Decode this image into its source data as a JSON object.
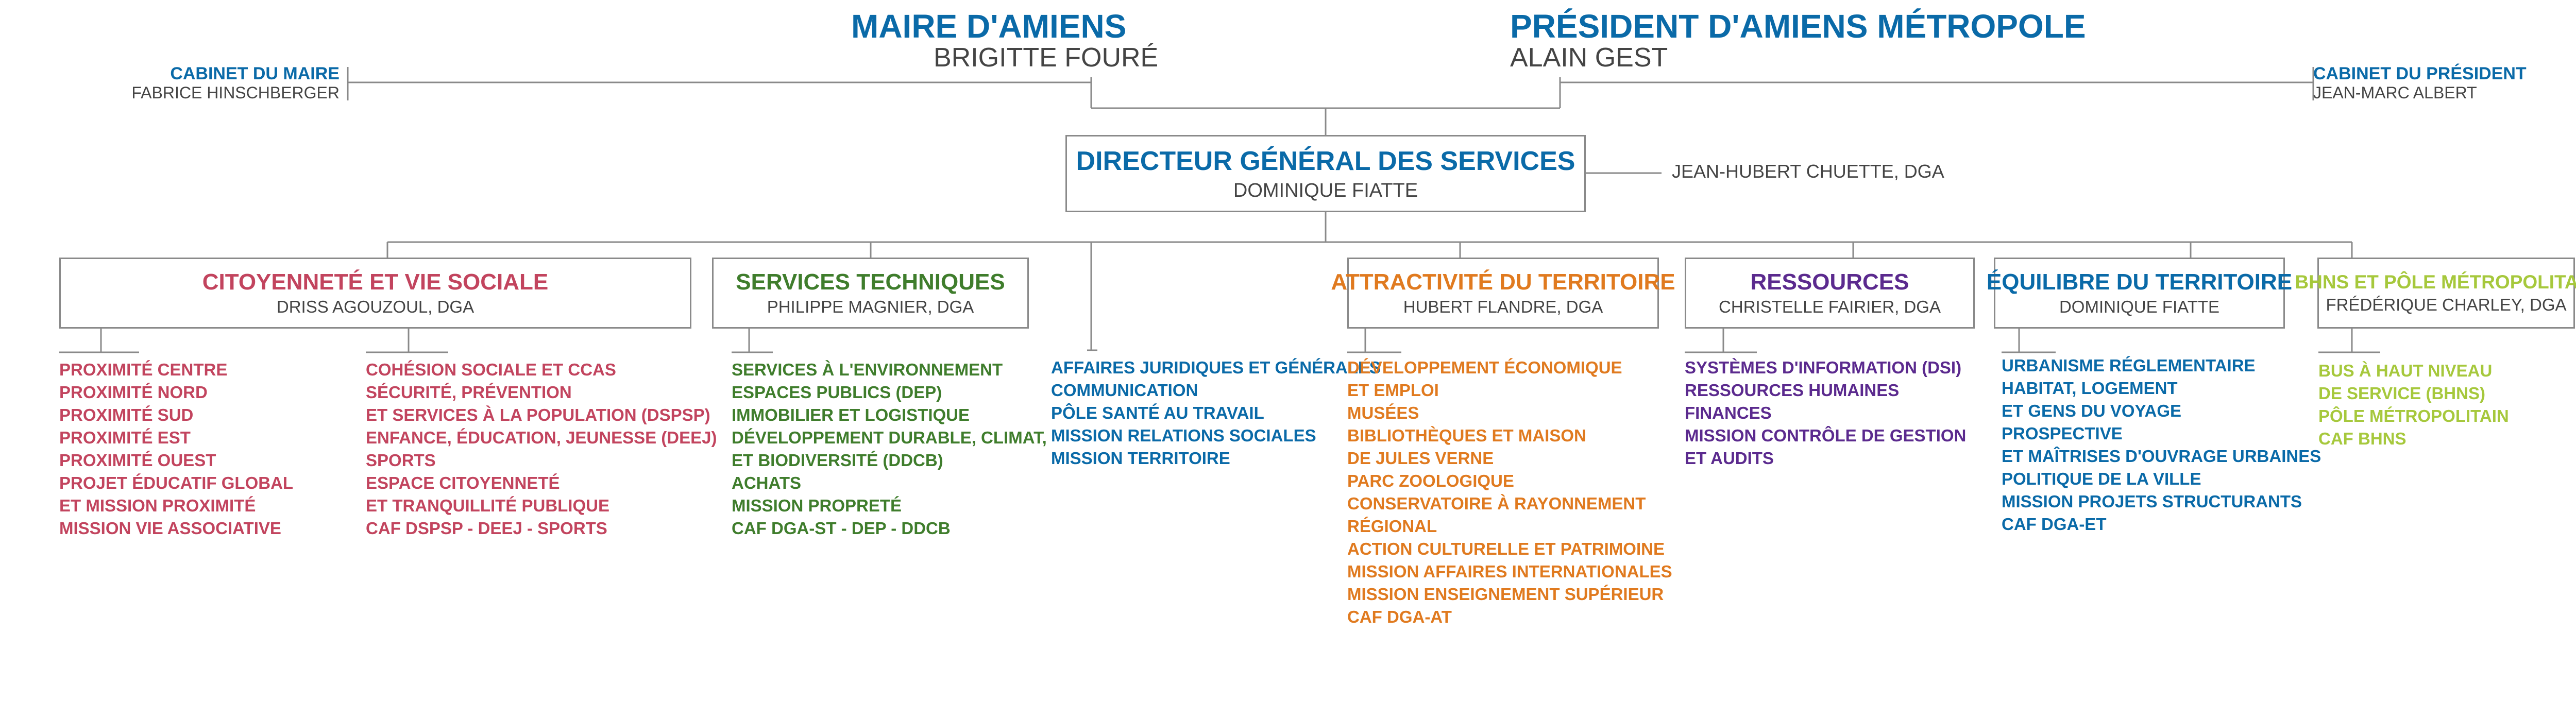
{
  "colors": {
    "blue": "#0a6aa8",
    "red": "#c2445e",
    "green": "#3f7d2c",
    "orange": "#e07a1f",
    "purple": "#5b2a8e",
    "lime": "#a6c83c",
    "line": "#8a8a8a",
    "gray_text": "#444444"
  },
  "header": {
    "mayor_title": "MAIRE D'AMIENS",
    "mayor_name": "BRIGITTE FOURÉ",
    "president_title": "PRÉSIDENT D'AMIENS MÉTROPOLE",
    "president_name": "ALAIN GEST"
  },
  "cabinet_maire": {
    "title": "CABINET DU MAIRE",
    "name": "FABRICE HINSCHBERGER"
  },
  "cabinet_president": {
    "title": "CABINET DU PRÉSIDENT",
    "name": "JEAN-MARC ALBERT"
  },
  "dg": {
    "title": "DIRECTEUR GÉNÉRAL DES SERVICES",
    "name": "DOMINIQUE FIATTE"
  },
  "dga_side": "JEAN-HUBERT CHUETTE, DGA",
  "poles": [
    {
      "title": "CITOYENNETÉ ET VIE SOCIALE",
      "name": "DRISS AGOUZOUL, DGA",
      "color": "red"
    },
    {
      "title": "SERVICES TECHNIQUES",
      "name": "PHILIPPE MAGNIER, DGA",
      "color": "green"
    },
    {
      "title": "ATTRACTIVITÉ DU TERRITOIRE",
      "name": "HUBERT FLANDRE, DGA",
      "color": "orange"
    },
    {
      "title": "RESSOURCES",
      "name": "CHRISTELLE FAIRIER, DGA",
      "color": "purple"
    },
    {
      "title": "ÉQUILIBRE DU TERRITOIRE",
      "name": "DOMINIQUE FIATTE",
      "color": "blue"
    },
    {
      "title": "BHNS ET PÔLE MÉTROPOLITAIN",
      "name": "FRÉDÉRIQUE CHARLEY, DGA",
      "color": "lime"
    }
  ],
  "lists": {
    "citoyennete_a": [
      "PROXIMITÉ CENTRE",
      "PROXIMITÉ NORD",
      "PROXIMITÉ SUD",
      "PROXIMITÉ EST",
      "PROXIMITÉ OUEST",
      "PROJET ÉDUCATIF GLOBAL",
      "ET MISSION PROXIMITÉ",
      "MISSION VIE ASSOCIATIVE"
    ],
    "citoyennete_b": [
      "COHÉSION SOCIALE ET CCAS",
      "SÉCURITÉ, PRÉVENTION",
      "ET SERVICES À LA POPULATION (DSPSP)",
      "ENFANCE, ÉDUCATION, JEUNESSE (DEEJ)",
      "SPORTS",
      "ESPACE CITOYENNETÉ",
      "ET TRANQUILLITÉ PUBLIQUE",
      "CAF DSPSP - DEEJ - SPORTS"
    ],
    "techniques": [
      "SERVICES À L'ENVIRONNEMENT",
      "ESPACES PUBLICS (DEP)",
      "IMMOBILIER ET LOGISTIQUE",
      "DÉVELOPPEMENT DURABLE, CLIMAT,",
      "ET BIODIVERSITÉ (DDCB)",
      "ACHATS",
      "MISSION PROPRETÉ",
      "CAF DGA-ST - DEP - DDCB"
    ],
    "direct": [
      "AFFAIRES JURIDIQUES ET GÉNÉRALES",
      "COMMUNICATION",
      "PÔLE SANTÉ AU TRAVAIL",
      "MISSION RELATIONS SOCIALES",
      "MISSION TERRITOIRE"
    ],
    "attractivite": [
      "DÉVELOPPEMENT ÉCONOMIQUE",
      "ET EMPLOI",
      "MUSÉES",
      "BIBLIOTHÈQUES ET MAISON",
      "DE JULES VERNE",
      "PARC ZOOLOGIQUE",
      "CONSERVATOIRE À RAYONNEMENT",
      "RÉGIONAL",
      "ACTION CULTURELLE  ET PATRIMOINE",
      "MISSION AFFAIRES INTERNATIONALES",
      "MISSION ENSEIGNEMENT SUPÉRIEUR",
      "CAF DGA-AT"
    ],
    "ressources": [
      "SYSTÈMES D'INFORMATION (DSI)",
      "RESSOURCES HUMAINES",
      "FINANCES",
      "MISSION CONTRÔLE DE GESTION",
      "ET AUDITS"
    ],
    "equilibre": [
      "URBANISME RÉGLEMENTAIRE",
      "HABITAT, LOGEMENT",
      "ET GENS DU VOYAGE",
      "PROSPECTIVE",
      "ET MAÎTRISES D'OUVRAGE URBAINES",
      "POLITIQUE DE LA VILLE",
      "MISSION PROJETS STRUCTURANTS",
      "CAF DGA-ET"
    ],
    "bhns": [
      "BUS À HAUT NIVEAU",
      "DE SERVICE (BHNS)",
      "PÔLE MÉTROPOLITAIN",
      "CAF BHNS"
    ]
  }
}
